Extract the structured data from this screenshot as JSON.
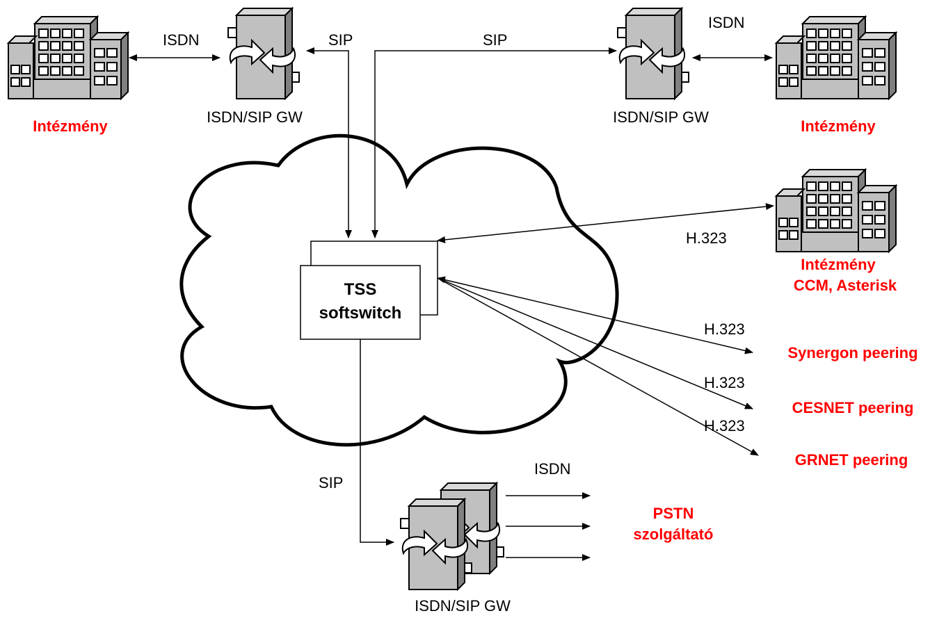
{
  "labels": {
    "isdn": "ISDN",
    "sip": "SIP",
    "h323": "H.323",
    "gateway": "ISDN/SIP GW"
  },
  "institutions": {
    "left": "Intézmény",
    "right": "Intézmény",
    "ccm_line1": "Intézmény",
    "ccm_line2": "CCM, Asterisk"
  },
  "softswitch": {
    "line1": "TSS",
    "line2": "softswitch"
  },
  "peerings": {
    "synergon": "Synergon peering",
    "cesnet": "CESNET peering",
    "grnet": "GRNET peering"
  },
  "pstn": {
    "line1": "PSTN",
    "line2": "szolgáltató"
  },
  "colors": {
    "accent_red": "#ff0000",
    "device_gray": "#c0c0c0",
    "line": "#000000"
  },
  "icons": [
    "building-icon",
    "gateway-icon",
    "cloud-icon"
  ]
}
